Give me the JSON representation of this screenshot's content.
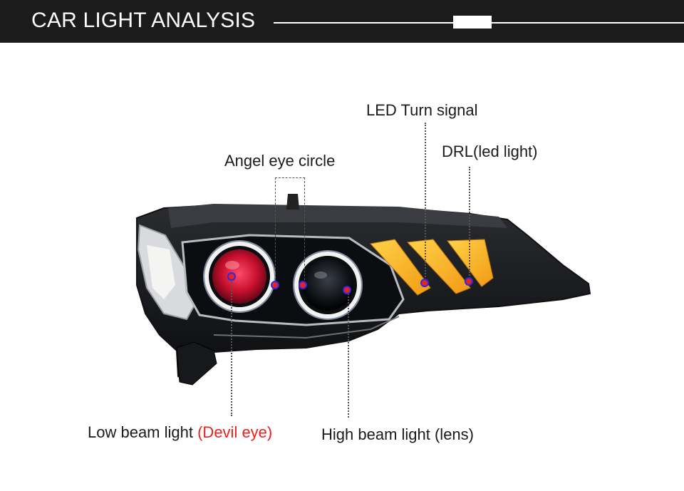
{
  "banner": {
    "title": "CAR LIGHT ANALYSIS"
  },
  "labels": {
    "led_turn_signal": "LED Turn signal",
    "drl": "DRL(led light)",
    "angel_eye": "Angel eye circle",
    "low_beam": "Low beam light",
    "low_beam_accent": "(Devil eye)",
    "high_beam": "High beam light (lens)"
  },
  "colors": {
    "banner_bg": "#1b1b1b",
    "accent_red": "#e8221c",
    "marker_ring": "#2a2ae6",
    "drl_amber": "#f7b62e"
  }
}
